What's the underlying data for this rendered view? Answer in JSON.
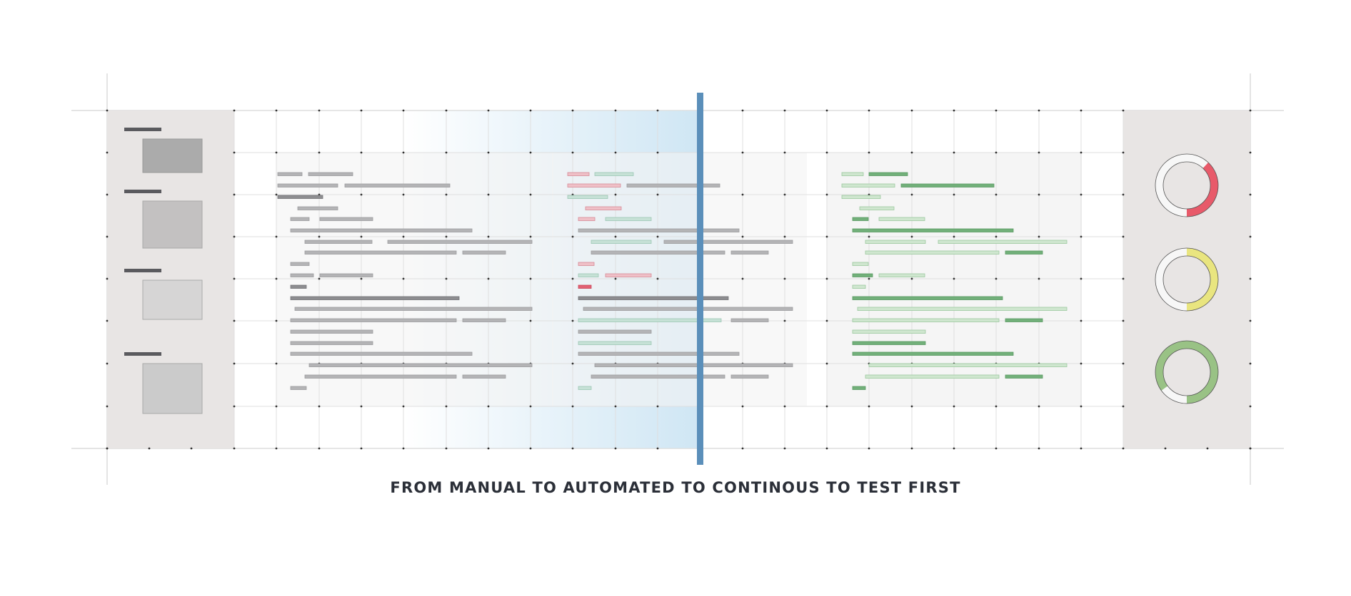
{
  "caption": "FROM MANUAL TO AUTOMATED TO CONTINOUS TO TEST FIRST",
  "colors": {
    "panel": "#e8e5e4",
    "grid": "#dcdcdc",
    "divider": "#5b8fba",
    "gradient": "#cfe6f4",
    "bar_gray": "#b4b4b6",
    "bar_dark": "#8d8d90",
    "bar_red": "#e26173",
    "bar_red_light": "#efc0c7",
    "bar_teal_light": "#c6e1d6",
    "bar_green": "#72b07a",
    "bar_green_light": "#cfe6cf",
    "thumb_dark": "#ababab",
    "thumb_mid": "#c3c1c1",
    "thumb_light": "#d6d5d5",
    "ring_red": "#e85a6a",
    "ring_yellow": "#e9e57f",
    "ring_green": "#99c285",
    "ring_empty": "#f7f7f7"
  },
  "gauges": [
    {
      "name": "red-gauge",
      "fraction": 0.38,
      "color_key": "ring_red"
    },
    {
      "name": "yellow-gauge",
      "fraction": 0.5,
      "color_key": "ring_yellow"
    },
    {
      "name": "green-gauge",
      "fraction": 0.85,
      "color_key": "ring_green"
    }
  ]
}
